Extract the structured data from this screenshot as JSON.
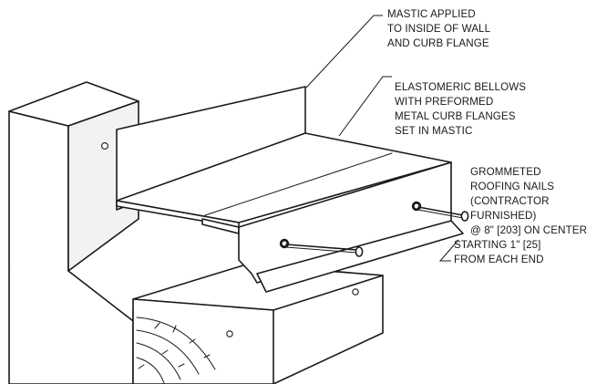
{
  "callouts": {
    "mastic": {
      "lines": [
        "MASTIC APPLIED",
        "TO INSIDE OF WALL",
        "AND CURB FLANGE"
      ]
    },
    "bellows": {
      "lines": [
        "ELASTOMERIC BELLOWS",
        "WITH PREFORMED",
        "METAL CURB FLANGES",
        "SET IN MASTIC"
      ]
    },
    "nails": {
      "lines": [
        "GROMMETED",
        "ROOFING NAILS",
        "(CONTRACTOR",
        "FURNISHED)",
        "@ 8\" [203] ON CENTER",
        "STARTING 1\" [25]",
        "FROM EACH END"
      ]
    }
  }
}
